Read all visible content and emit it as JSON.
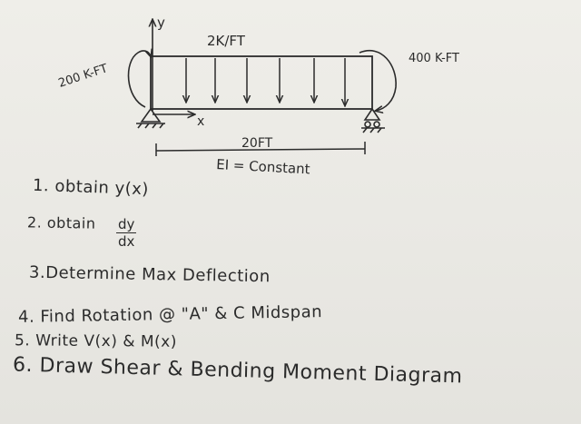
{
  "diagram": {
    "axis_y": "y",
    "axis_x": "x",
    "load_label": "2K/FT",
    "moment_left": "200 K-FT",
    "moment_right": "400 K-FT",
    "span_label": "20FT",
    "stiffness_label": "EI = Constant"
  },
  "steps": {
    "s1": "1. obtain y(x)",
    "s2": "2. obtain",
    "s2_num": "dy",
    "s2_den": "dx",
    "s3": "3.Determine Max Deflection",
    "s4": "4. Find Rotation @ \"A\" & C Midspan",
    "s5": "5. Write V(x) & M(x)",
    "s6": "6. Draw Shear & Bending Moment Diagram"
  }
}
